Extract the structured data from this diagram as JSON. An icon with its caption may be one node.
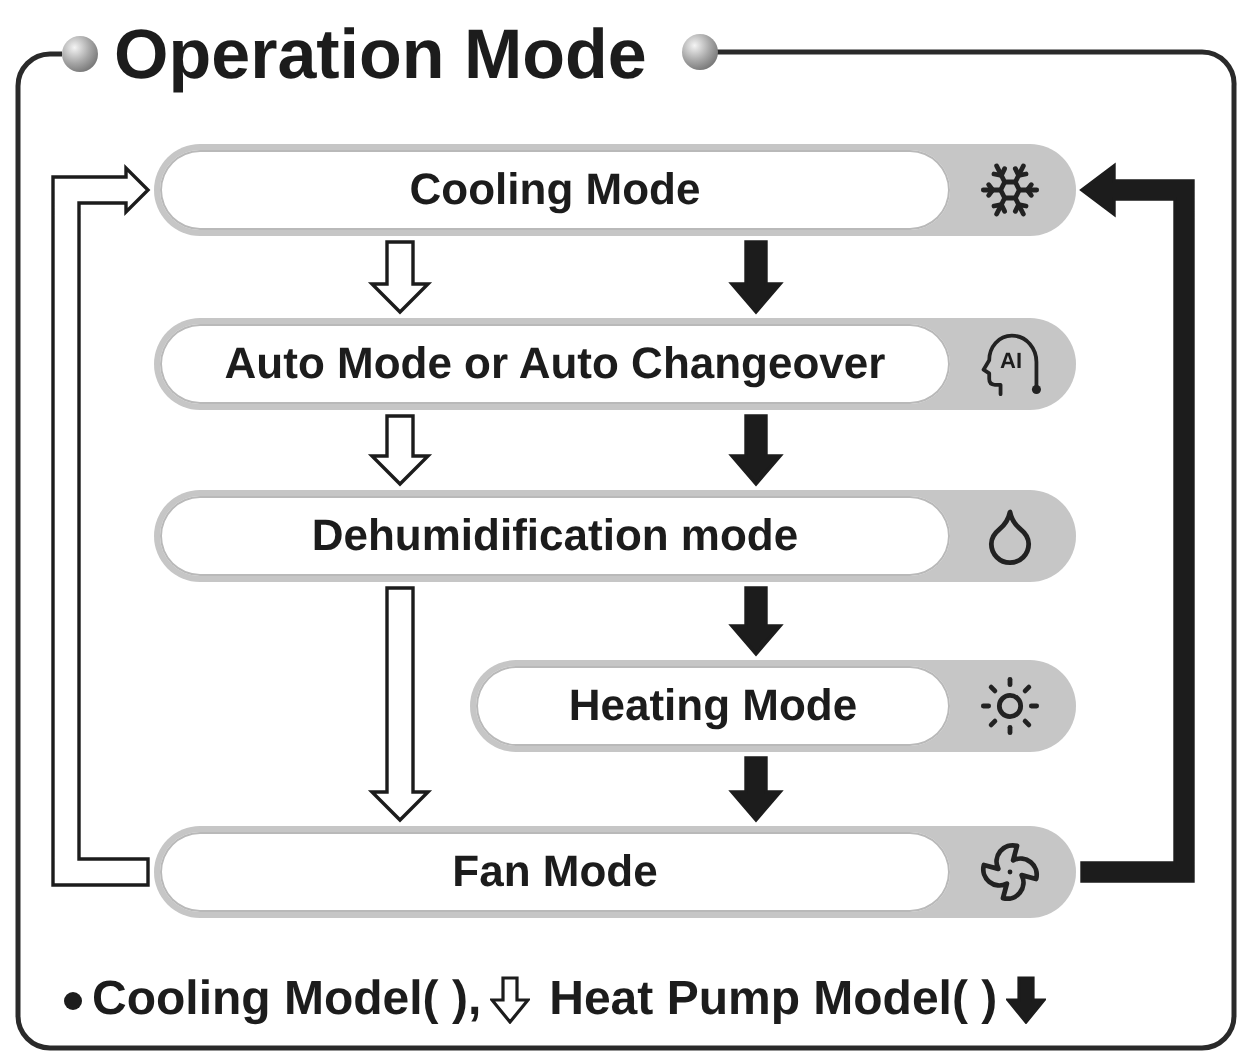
{
  "diagram": {
    "title": "Operation Mode",
    "nodes": [
      {
        "text": [
          "Cooling Mode"
        ]
      },
      {
        "text": [
          "Auto Mode or Auto Changeover"
        ]
      },
      {
        "text": [
          "Dehumidification mode"
        ]
      },
      {
        "text": [
          "Heating Mode"
        ]
      },
      {
        "text": [
          "Fan Mode"
        ]
      }
    ],
    "edges": [
      {
        "from": 0,
        "to": 1,
        "arrow": "to"
      },
      {
        "from": 0,
        "to": 1,
        "arrow": "to",
        "style": "thick"
      },
      {
        "from": 1,
        "to": 2,
        "arrow": "to"
      },
      {
        "from": 1,
        "to": 2,
        "arrow": "to",
        "style": "thick"
      },
      {
        "from": 2,
        "to": 4,
        "arrow": "to"
      },
      {
        "from": 2,
        "to": 3,
        "arrow": "to",
        "style": "thick"
      },
      {
        "from": 3,
        "to": 4,
        "arrow": "to",
        "style": "thick"
      },
      {
        "from": 4,
        "to": 0,
        "arrow": "to"
      },
      {
        "from": 4,
        "to": 0,
        "arrow": "to",
        "style": "thick"
      }
    ],
    "labels": [
      "AI"
    ],
    "legend": [
      {
        "text": "Cooling Model( ),"
      },
      {
        "text": "Heat Pump Model( )"
      }
    ]
  }
}
